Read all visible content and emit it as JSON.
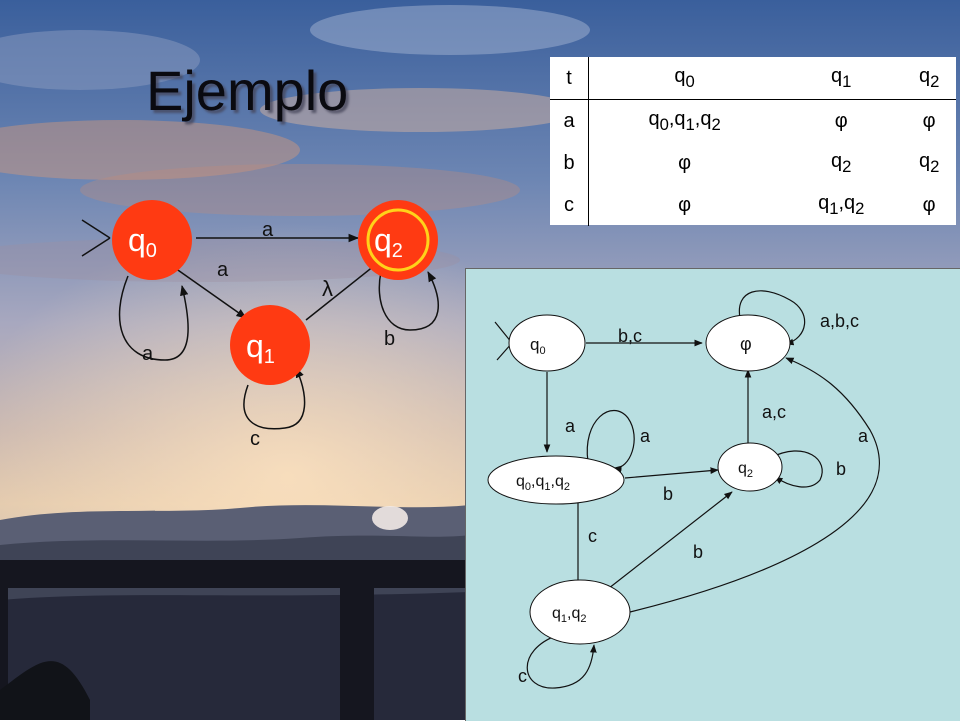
{
  "slide": {
    "title": "Ejemplo"
  },
  "nfa": {
    "states": [
      "q0",
      "q1",
      "q2"
    ],
    "initial": "q0",
    "accepting": [
      "q2"
    ],
    "transitions": [
      {
        "from": "q0",
        "to": "q2",
        "label": "a"
      },
      {
        "from": "q0",
        "to": "q1",
        "label": "a"
      },
      {
        "from": "q1",
        "to": "q2",
        "label": "λ"
      },
      {
        "from": "q0",
        "to": "q0",
        "label": "a"
      },
      {
        "from": "q1",
        "to": "q1",
        "label": "c"
      },
      {
        "from": "q2",
        "to": "q2",
        "label": "b"
      }
    ]
  },
  "transition_table": {
    "corner": "t",
    "columns": [
      "q0",
      "q1",
      "q2"
    ],
    "rows": [
      {
        "symbol": "a",
        "cells": [
          "q0,q1,q2",
          "φ",
          "φ"
        ]
      },
      {
        "symbol": "b",
        "cells": [
          "φ",
          "q2",
          "q2"
        ]
      },
      {
        "symbol": "c",
        "cells": [
          "φ",
          "q1,q2",
          "φ"
        ]
      }
    ]
  },
  "dfa": {
    "states": [
      "q0",
      "φ",
      "q0,q1,q2",
      "q2",
      "q1,q2"
    ],
    "initial": "q0",
    "transitions": [
      {
        "from": "q0",
        "to": "φ",
        "label": "b,c"
      },
      {
        "from": "φ",
        "to": "φ",
        "label": "a,b,c"
      },
      {
        "from": "q0",
        "to": "q0,q1,q2",
        "label": "a"
      },
      {
        "from": "q0,q1,q2",
        "to": "q0,q1,q2",
        "label": "a"
      },
      {
        "from": "q2",
        "to": "φ",
        "label": "a,c"
      },
      {
        "from": "q2",
        "to": "q2",
        "label": "b"
      },
      {
        "from": "q0,q1,q2",
        "to": "q2",
        "label": "b"
      },
      {
        "from": "q0,q1,q2",
        "to": "q1,q2",
        "label": "c"
      },
      {
        "from": "q1,q2",
        "to": "q2",
        "label": "b"
      },
      {
        "from": "q1,q2",
        "to": "φ",
        "label": "a"
      },
      {
        "from": "q1,q2",
        "to": "q1,q2",
        "label": "c"
      }
    ]
  },
  "colors": {
    "state_fill": "#ff3a12",
    "accept_ring": "#ffd21a",
    "dfa_background": "#b9dfe1",
    "dfa_state_fill": "#ffffff"
  }
}
